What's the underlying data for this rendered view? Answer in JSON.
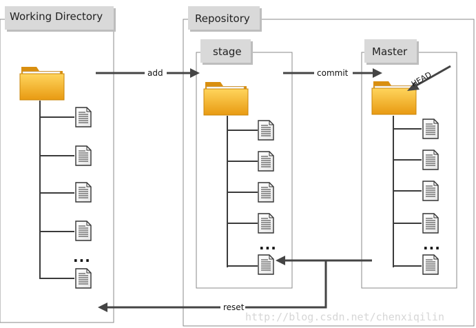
{
  "panels": {
    "working_directory": "Working Directory",
    "repository": "Repository",
    "stage": "stage",
    "master": "Master"
  },
  "edges": {
    "add": "add",
    "commit": "commit",
    "reset": "reset"
  },
  "head_label": "HEAD",
  "ellipsis": "...",
  "watermark": "http://blog.csdn.net/chenxiqilin",
  "colors": {
    "folder": "#f0a91c",
    "folder_light": "#ffd55c",
    "tab": "#d9d9d9",
    "frame": "#8a8a8a",
    "arrow": "#444444"
  }
}
